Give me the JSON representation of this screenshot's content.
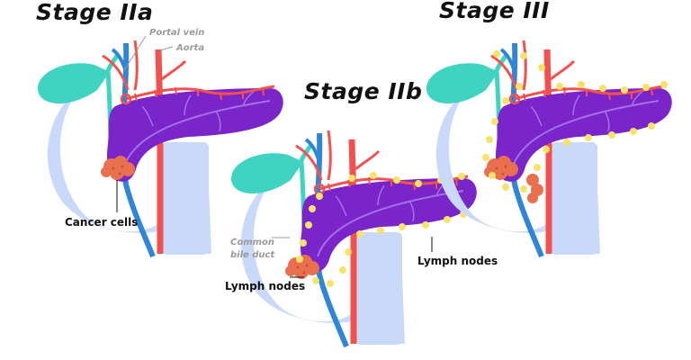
{
  "stages": [
    {
      "title": "Stage IIa"
    },
    {
      "title": "Stage IIb"
    },
    {
      "title": "Stage III"
    }
  ],
  "labels": {
    "portal_vein": "Portal vein",
    "aorta": "Aorta",
    "cancer_cells": "Cancer cells",
    "common_bile_duct_line1": "Common",
    "common_bile_duct_line2": "bile duct",
    "lymph_nodes_center": "Lymph nodes",
    "lymph_nodes_right": "Lymph nodes"
  },
  "colors": {
    "pancreas": "#7a25c9",
    "pancreas_vein": "#a670e6",
    "gallbladder": "#3fd3c2",
    "vein_blue": "#2f86d8",
    "artery_red": "#f2514f",
    "duodenum": "#c9d9fa",
    "tumor": "#e8704f",
    "lymph_node": "#f7e36a"
  }
}
